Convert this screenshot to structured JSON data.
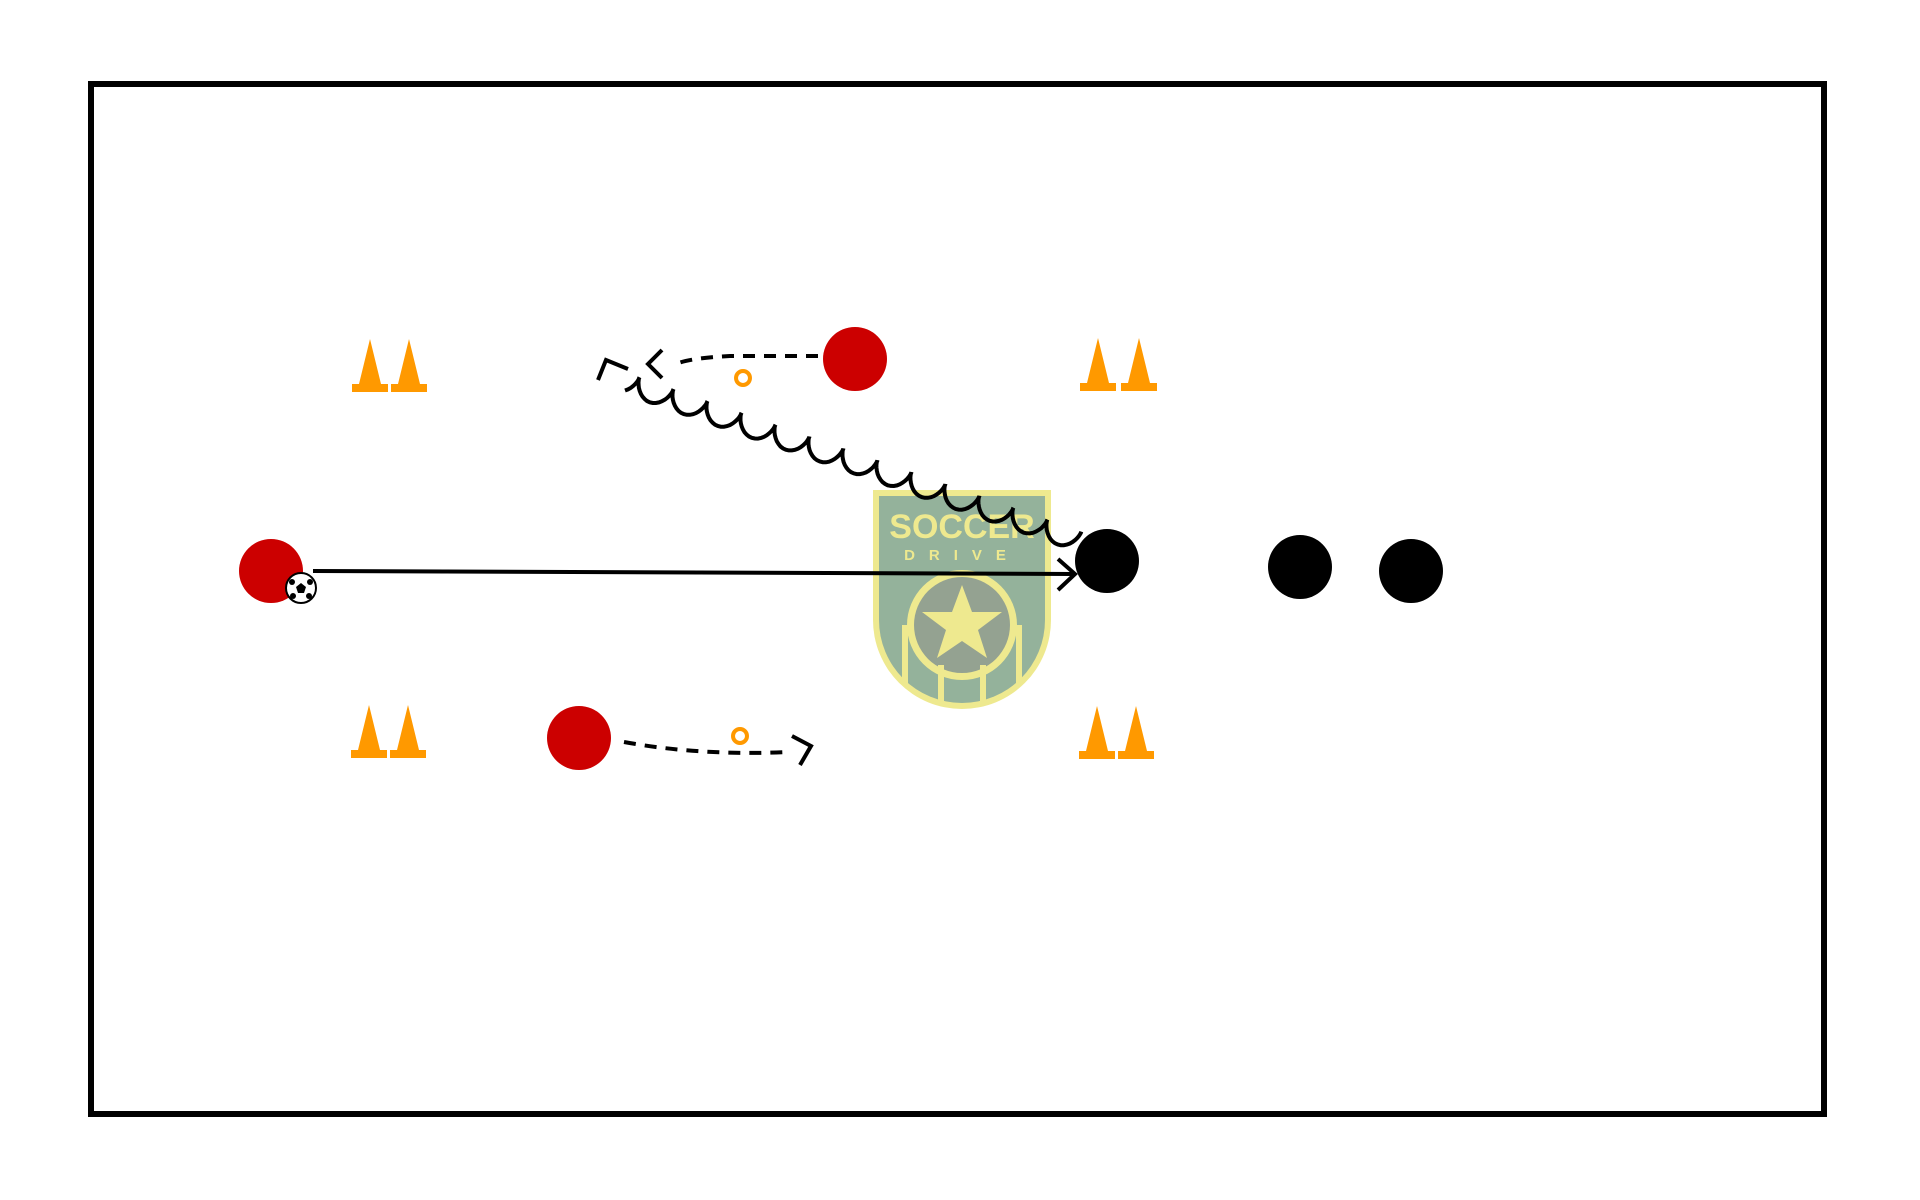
{
  "logo": {
    "line1": "SOCCER",
    "line2": "DRIVE"
  },
  "colors": {
    "field_line": "#000000",
    "team_red": "#cc0000",
    "team_black": "#000000",
    "cone": "#ff9900",
    "logo_fill": "#8fae96",
    "logo_accent": "#eee88a"
  },
  "players": {
    "red": [
      "red-player-with-ball",
      "red-player-top",
      "red-player-bottom"
    ],
    "black": [
      "black-player-1",
      "black-player-2",
      "black-player-3"
    ]
  }
}
